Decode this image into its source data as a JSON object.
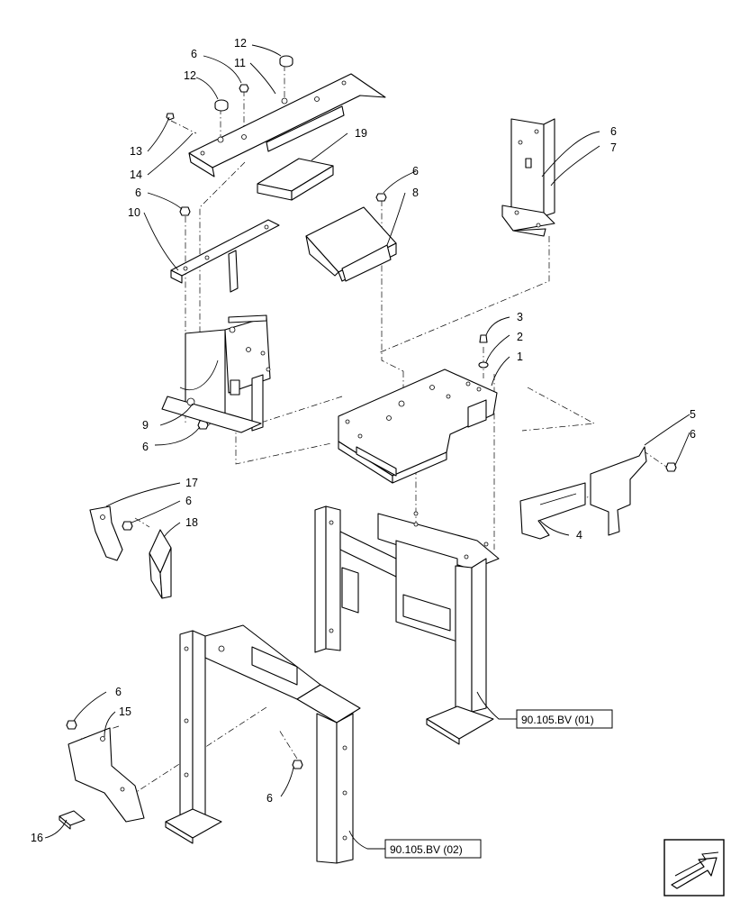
{
  "callouts": {
    "c1": "1",
    "c2": "2",
    "c3": "3",
    "c4": "4",
    "c5": "5",
    "c6a": "6",
    "c6b": "6",
    "c6c": "6",
    "c6d": "6",
    "c6e": "6",
    "c6f": "6",
    "c6g": "6",
    "c6h": "6",
    "c6i": "6",
    "c7": "7",
    "c8": "8",
    "c9": "9",
    "c10": "10",
    "c11": "11",
    "c12a": "12",
    "c12b": "12",
    "c13": "13",
    "c14": "14",
    "c15": "15",
    "c16": "16",
    "c17": "17",
    "c18": "18",
    "c19": "19"
  },
  "references": {
    "ref1": "90.105.BV (01)",
    "ref2": "90.105.BV (02)"
  },
  "nav_icon": "next-page-arrow-icon"
}
